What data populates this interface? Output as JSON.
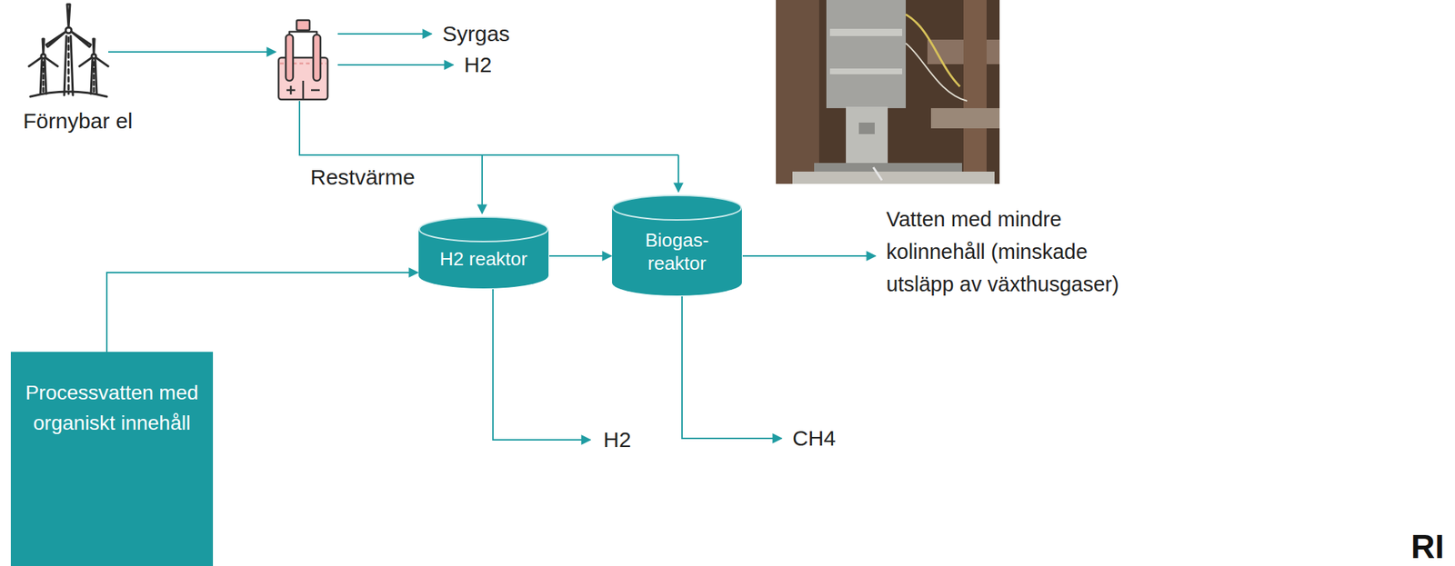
{
  "diagram": {
    "nodes": [
      {
        "text": [
          "H2 reaktor"
        ]
      },
      {
        "text": [
          "Biogas- reaktor"
        ]
      },
      {
        "text": [
          "Processvatten med organiskt innehåll"
        ]
      }
    ],
    "edges": [
      {
        "from": 2,
        "to": 0,
        "arrow": "to"
      },
      {
        "from": 0,
        "to": 1,
        "arrow": "to"
      }
    ],
    "labels": [
      "Förnybar el",
      "Syrgas",
      "H2",
      "Restvärme",
      "H2",
      "CH4",
      "Vatten med mindre kolinnehåll (minskade utsläpp av växthusgaser)",
      "RI"
    ]
  }
}
